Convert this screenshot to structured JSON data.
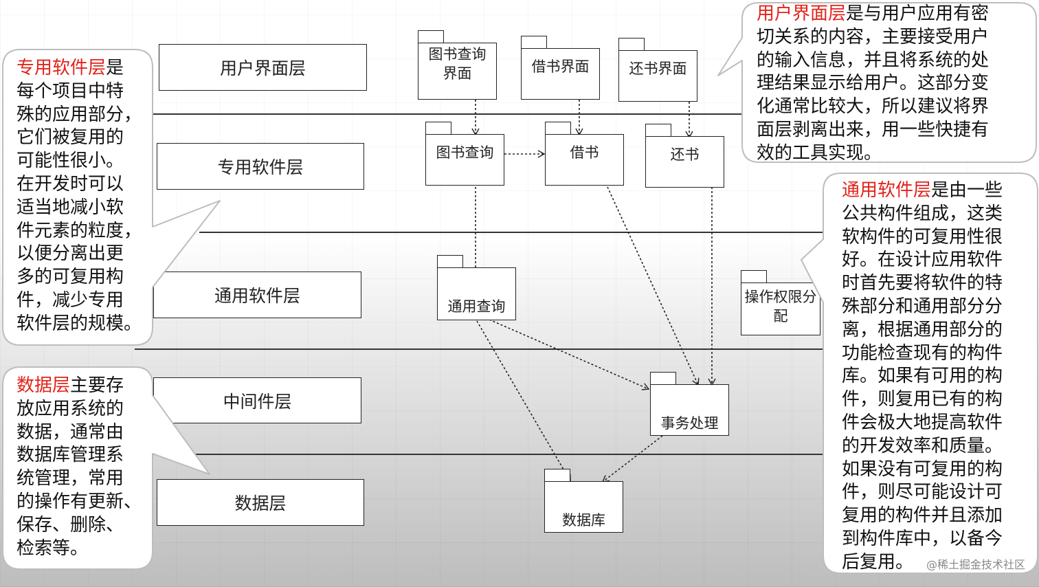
{
  "layers": [
    "用户界面层",
    "专用软件层",
    "通用软件层",
    "中间件层",
    "数据层"
  ],
  "packages": {
    "book_query_ui": "图书查询\n界面",
    "borrow_ui": "借书界面",
    "return_ui": "还书界面",
    "book_query": "图书查询",
    "borrow": "借书",
    "return": "还书",
    "common_query": "通用查询",
    "permission": "操作权限分\n配",
    "transaction": "事务处理",
    "database": "数据库"
  },
  "callouts": {
    "ui": {
      "highlight": "用户界面层",
      "text": "是与用户应用有密\n切关系的内容，主要接受用户\n的输入信息，并且将系统的处\n理结果显示给用户。这部分变\n化通常比较大，所以建议将界\n面层剥离出来，用一些快捷有\n效的工具实现。"
    },
    "special": {
      "highlight": "专用软件层",
      "text": "是\n每个项目中特\n殊的应用部分，\n它们被复用的\n可能性很小。\n在开发时可以\n适当地减小软\n件元素的粒度，\n以便分离出更\n多的可复用构\n件，减少专用\n软件层的规模。"
    },
    "common": {
      "highlight": "通用软件层",
      "text": "是由一些\n公共构件组成，这类\n软构件的可复用性很\n好。在设计应用软件\n时首先要将软件的特\n殊部分和通用部分分\n离，根据通用部分的\n功能检查现有的构件\n库。如果有可用的构\n件，则复用已有的构\n件会极大地提高软件\n的开发效率和质量。\n如果没有可复用的构\n件，则尽可能设计可\n复用的构件并且添加\n到构件库中，以备今\n后复用。"
    },
    "data": {
      "highlight": "数据层",
      "text": "主要存\n放应用系统的\n数据，通常由\n数据库管理系\n统管理，常用\n的操作有更新、\n保存、删除、\n检索等。"
    }
  },
  "watermark": "@稀土掘金技术社区",
  "colors": {
    "highlight": "#e2231a",
    "line": "#222222"
  }
}
